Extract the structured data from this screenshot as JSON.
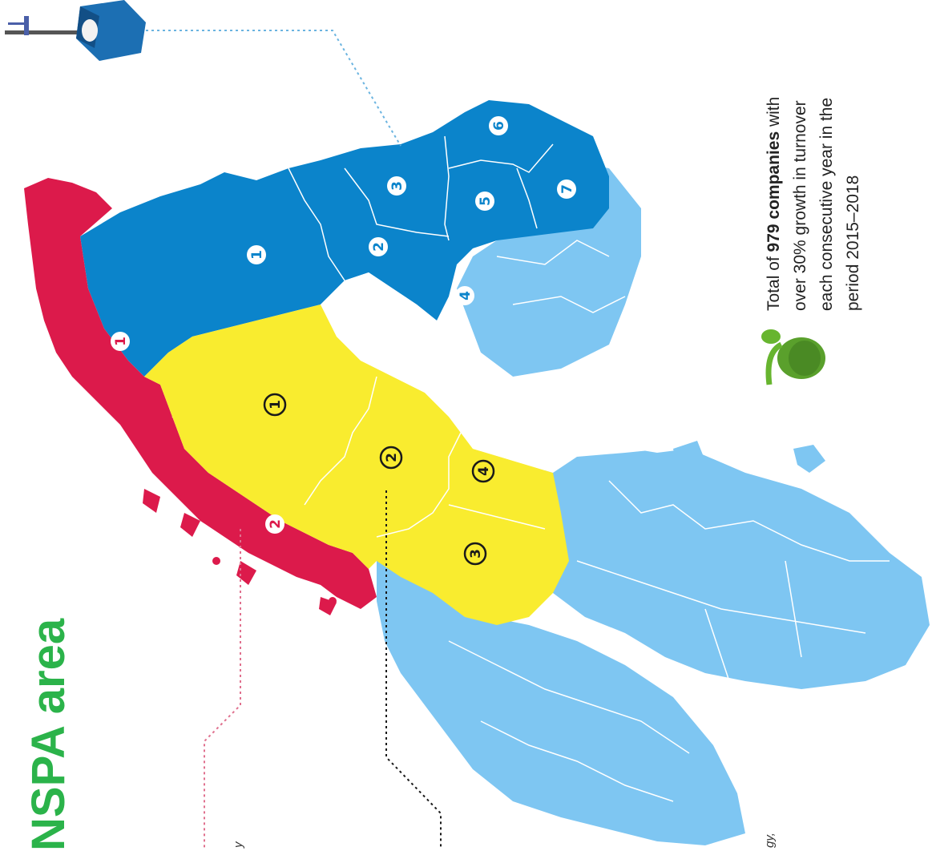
{
  "title": "NSPA area",
  "colors": {
    "title": "#2bb34a",
    "norway": "#dc1a4b",
    "sweden": "#f9ec2f",
    "finland": "#0b84cb",
    "other": "#7ec6f2",
    "border": "#ffffff",
    "leader_norway": "#e0708e",
    "leader_finland": "#6bb4e0",
    "leader_sweden": "#1a1a1a"
  },
  "regions": {
    "norway": [
      "1",
      "2"
    ],
    "sweden": [
      "1",
      "2",
      "3",
      "4"
    ],
    "finland": [
      "1",
      "2",
      "3",
      "4",
      "5",
      "6",
      "7"
    ]
  },
  "note": {
    "prefix": "Total of ",
    "highlight": "979 companies",
    "line1_rest": " with",
    "line2": "over 30% growth in turnover",
    "line3": "each consecutive year in the",
    "line4": "period 2015–2018"
  },
  "icons": {
    "sprout": "sprout-icon",
    "screw": "hex-nut-icon"
  },
  "edge_fragments": {
    "left": "y",
    "right": "gy,"
  }
}
